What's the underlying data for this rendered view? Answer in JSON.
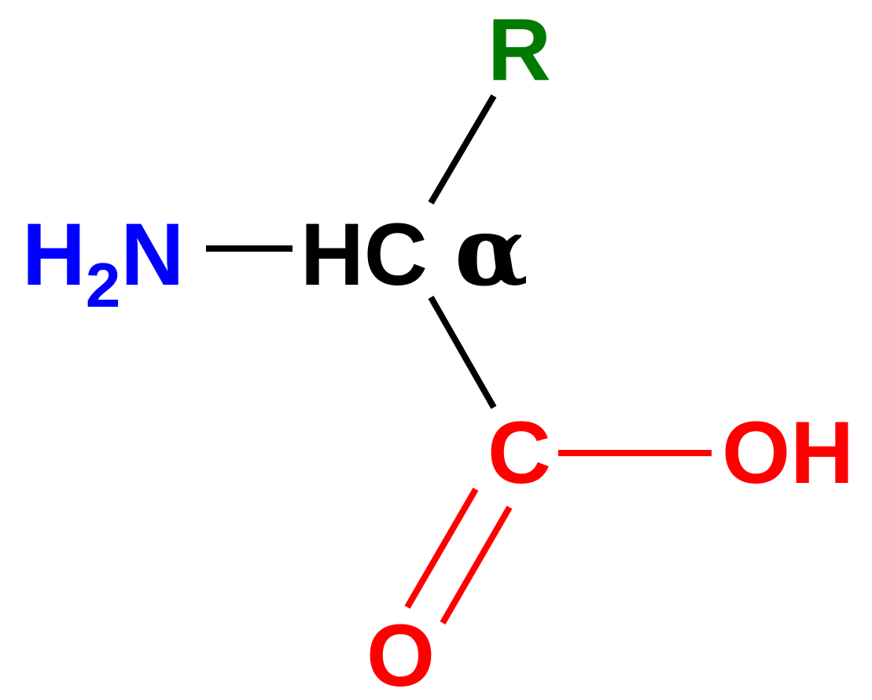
{
  "molecule": {
    "amino_group": {
      "element": "H",
      "subscript": "2",
      "tail": "N"
    },
    "alpha_carbon": {
      "label": "HC",
      "greek": "α"
    },
    "side_chain": {
      "label": "R"
    },
    "carboxyl": {
      "carbon": "C",
      "hydroxyl": "OH",
      "carbonyl_oxygen": "O"
    }
  },
  "colors": {
    "amino": "#0000ff",
    "side_chain": "#007a00",
    "carboxyl": "#ff0000",
    "backbone": "#000000"
  }
}
